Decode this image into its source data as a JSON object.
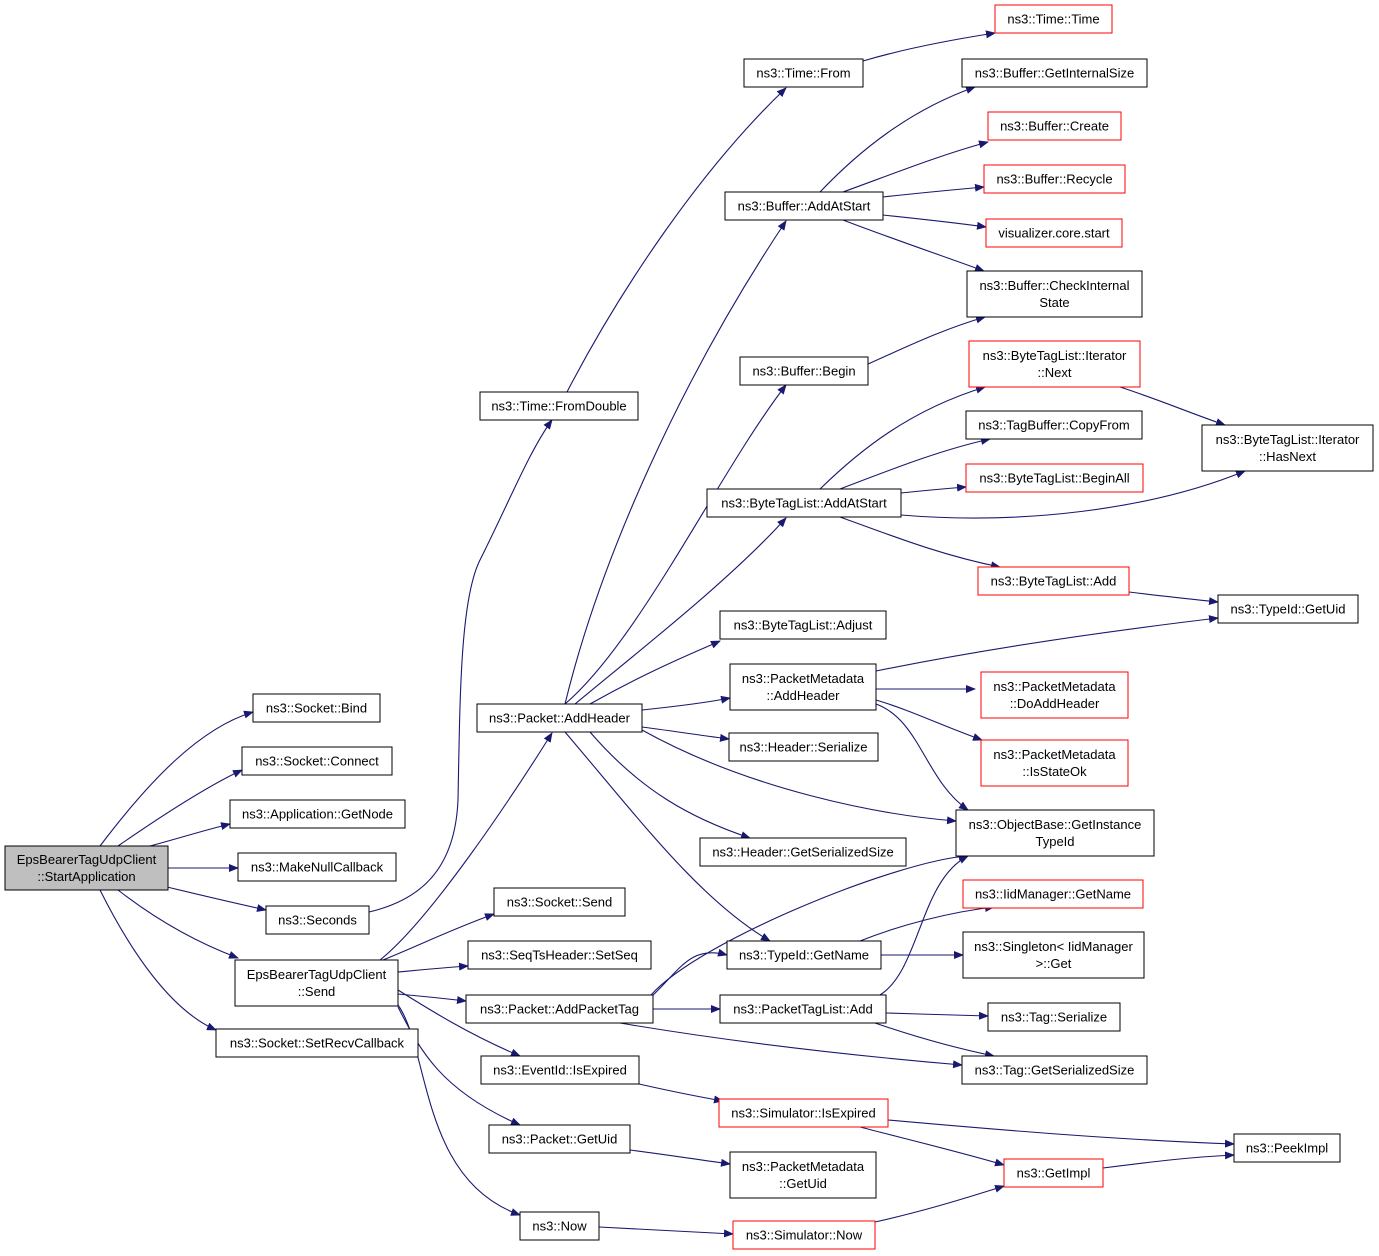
{
  "graph": {
    "title": "",
    "colors": {
      "edge": "#191970",
      "node_border_default": "#000000",
      "node_border_truncated": "#ff0000",
      "root_fill": "#bfbfbf",
      "node_fill": "#ffffff"
    },
    "nodes": [
      {
        "id": "root",
        "lines": [
          "EpsBearerTagUdpClient",
          "::StartApplication"
        ],
        "style": "root"
      },
      {
        "id": "bind",
        "lines": [
          "ns3::Socket::Bind"
        ],
        "style": "normal"
      },
      {
        "id": "connect",
        "lines": [
          "ns3::Socket::Connect"
        ],
        "style": "normal"
      },
      {
        "id": "getnode",
        "lines": [
          "ns3::Application::GetNode"
        ],
        "style": "normal"
      },
      {
        "id": "makenull",
        "lines": [
          "ns3::MakeNullCallback"
        ],
        "style": "normal"
      },
      {
        "id": "seconds",
        "lines": [
          "ns3::Seconds"
        ],
        "style": "normal"
      },
      {
        "id": "send",
        "lines": [
          "EpsBearerTagUdpClient",
          "::Send"
        ],
        "style": "normal"
      },
      {
        "id": "setrecv",
        "lines": [
          "ns3::Socket::SetRecvCallback"
        ],
        "style": "normal"
      },
      {
        "id": "fromdouble",
        "lines": [
          "ns3::Time::FromDouble"
        ],
        "style": "normal"
      },
      {
        "id": "timefrom",
        "lines": [
          "ns3::Time::From"
        ],
        "style": "normal"
      },
      {
        "id": "timetime",
        "lines": [
          "ns3::Time::Time"
        ],
        "style": "truncated"
      },
      {
        "id": "pktaddheader",
        "lines": [
          "ns3::Packet::AddHeader"
        ],
        "style": "normal"
      },
      {
        "id": "bufaddatstart",
        "lines": [
          "ns3::Buffer::AddAtStart"
        ],
        "style": "normal"
      },
      {
        "id": "bufgetinternal",
        "lines": [
          "ns3::Buffer::GetInternalSize"
        ],
        "style": "normal"
      },
      {
        "id": "bufcreate",
        "lines": [
          "ns3::Buffer::Create"
        ],
        "style": "truncated"
      },
      {
        "id": "bufrecycle",
        "lines": [
          "ns3::Buffer::Recycle"
        ],
        "style": "truncated"
      },
      {
        "id": "vizstart",
        "lines": [
          "visualizer.core.start"
        ],
        "style": "truncated"
      },
      {
        "id": "bufcheck",
        "lines": [
          "ns3::Buffer::CheckInternal",
          "State"
        ],
        "style": "normal"
      },
      {
        "id": "bufbegin",
        "lines": [
          "ns3::Buffer::Begin"
        ],
        "style": "normal"
      },
      {
        "id": "btliternext",
        "lines": [
          "ns3::ByteTagList::Iterator",
          "::Next"
        ],
        "style": "truncated"
      },
      {
        "id": "tagbufcopy",
        "lines": [
          "ns3::TagBuffer::CopyFrom"
        ],
        "style": "normal"
      },
      {
        "id": "btlbeginall",
        "lines": [
          "ns3::ByteTagList::BeginAll"
        ],
        "style": "truncated"
      },
      {
        "id": "btlaaddatstart",
        "lines": [
          "ns3::ByteTagList::AddAtStart"
        ],
        "style": "normal"
      },
      {
        "id": "btliterhasnext",
        "lines": [
          "ns3::ByteTagList::Iterator",
          "::HasNext"
        ],
        "style": "normal"
      },
      {
        "id": "btladd",
        "lines": [
          "ns3::ByteTagList::Add"
        ],
        "style": "truncated"
      },
      {
        "id": "typeidgetuid",
        "lines": [
          "ns3::TypeId::GetUid"
        ],
        "style": "normal"
      },
      {
        "id": "btladjust",
        "lines": [
          "ns3::ByteTagList::Adjust"
        ],
        "style": "normal"
      },
      {
        "id": "pmaddheader",
        "lines": [
          "ns3::PacketMetadata",
          "::AddHeader"
        ],
        "style": "normal"
      },
      {
        "id": "pmdoaddheader",
        "lines": [
          "ns3::PacketMetadata",
          "::DoAddHeader"
        ],
        "style": "truncated"
      },
      {
        "id": "pmisstateok",
        "lines": [
          "ns3::PacketMetadata",
          "::IsStateOk"
        ],
        "style": "truncated"
      },
      {
        "id": "hdrserialize",
        "lines": [
          "ns3::Header::Serialize"
        ],
        "style": "normal"
      },
      {
        "id": "objgetinst",
        "lines": [
          "ns3::ObjectBase::GetInstance",
          "TypeId"
        ],
        "style": "normal"
      },
      {
        "id": "hdrgetsize",
        "lines": [
          "ns3::Header::GetSerializedSize"
        ],
        "style": "normal"
      },
      {
        "id": "socksend",
        "lines": [
          "ns3::Socket::Send"
        ],
        "style": "normal"
      },
      {
        "id": "seqsetseq",
        "lines": [
          "ns3::SeqTsHeader::SetSeq"
        ],
        "style": "normal"
      },
      {
        "id": "typeidgetname",
        "lines": [
          "ns3::TypeId::GetName"
        ],
        "style": "normal"
      },
      {
        "id": "iidgetname",
        "lines": [
          "ns3::IidManager::GetName"
        ],
        "style": "truncated"
      },
      {
        "id": "singletonget",
        "lines": [
          "ns3::Singleton< IidManager",
          ">::Get"
        ],
        "style": "normal"
      },
      {
        "id": "pktaddtag",
        "lines": [
          "ns3::Packet::AddPacketTag"
        ],
        "style": "normal"
      },
      {
        "id": "ptladd",
        "lines": [
          "ns3::PacketTagList::Add"
        ],
        "style": "normal"
      },
      {
        "id": "tagserialize",
        "lines": [
          "ns3::Tag::Serialize"
        ],
        "style": "normal"
      },
      {
        "id": "taggetsize",
        "lines": [
          "ns3::Tag::GetSerializedSize"
        ],
        "style": "normal"
      },
      {
        "id": "evisexpired",
        "lines": [
          "ns3::EventId::IsExpired"
        ],
        "style": "normal"
      },
      {
        "id": "simisexpired",
        "lines": [
          "ns3::Simulator::IsExpired"
        ],
        "style": "truncated"
      },
      {
        "id": "peekimpl",
        "lines": [
          "ns3::PeekImpl"
        ],
        "style": "normal"
      },
      {
        "id": "pktgetuid",
        "lines": [
          "ns3::Packet::GetUid"
        ],
        "style": "normal"
      },
      {
        "id": "pmgetuid",
        "lines": [
          "ns3::PacketMetadata",
          "::GetUid"
        ],
        "style": "normal"
      },
      {
        "id": "getimpl",
        "lines": [
          "ns3::GetImpl"
        ],
        "style": "truncated"
      },
      {
        "id": "now",
        "lines": [
          "ns3::Now"
        ],
        "style": "normal"
      },
      {
        "id": "simnow",
        "lines": [
          "ns3::Simulator::Now"
        ],
        "style": "truncated"
      }
    ]
  }
}
